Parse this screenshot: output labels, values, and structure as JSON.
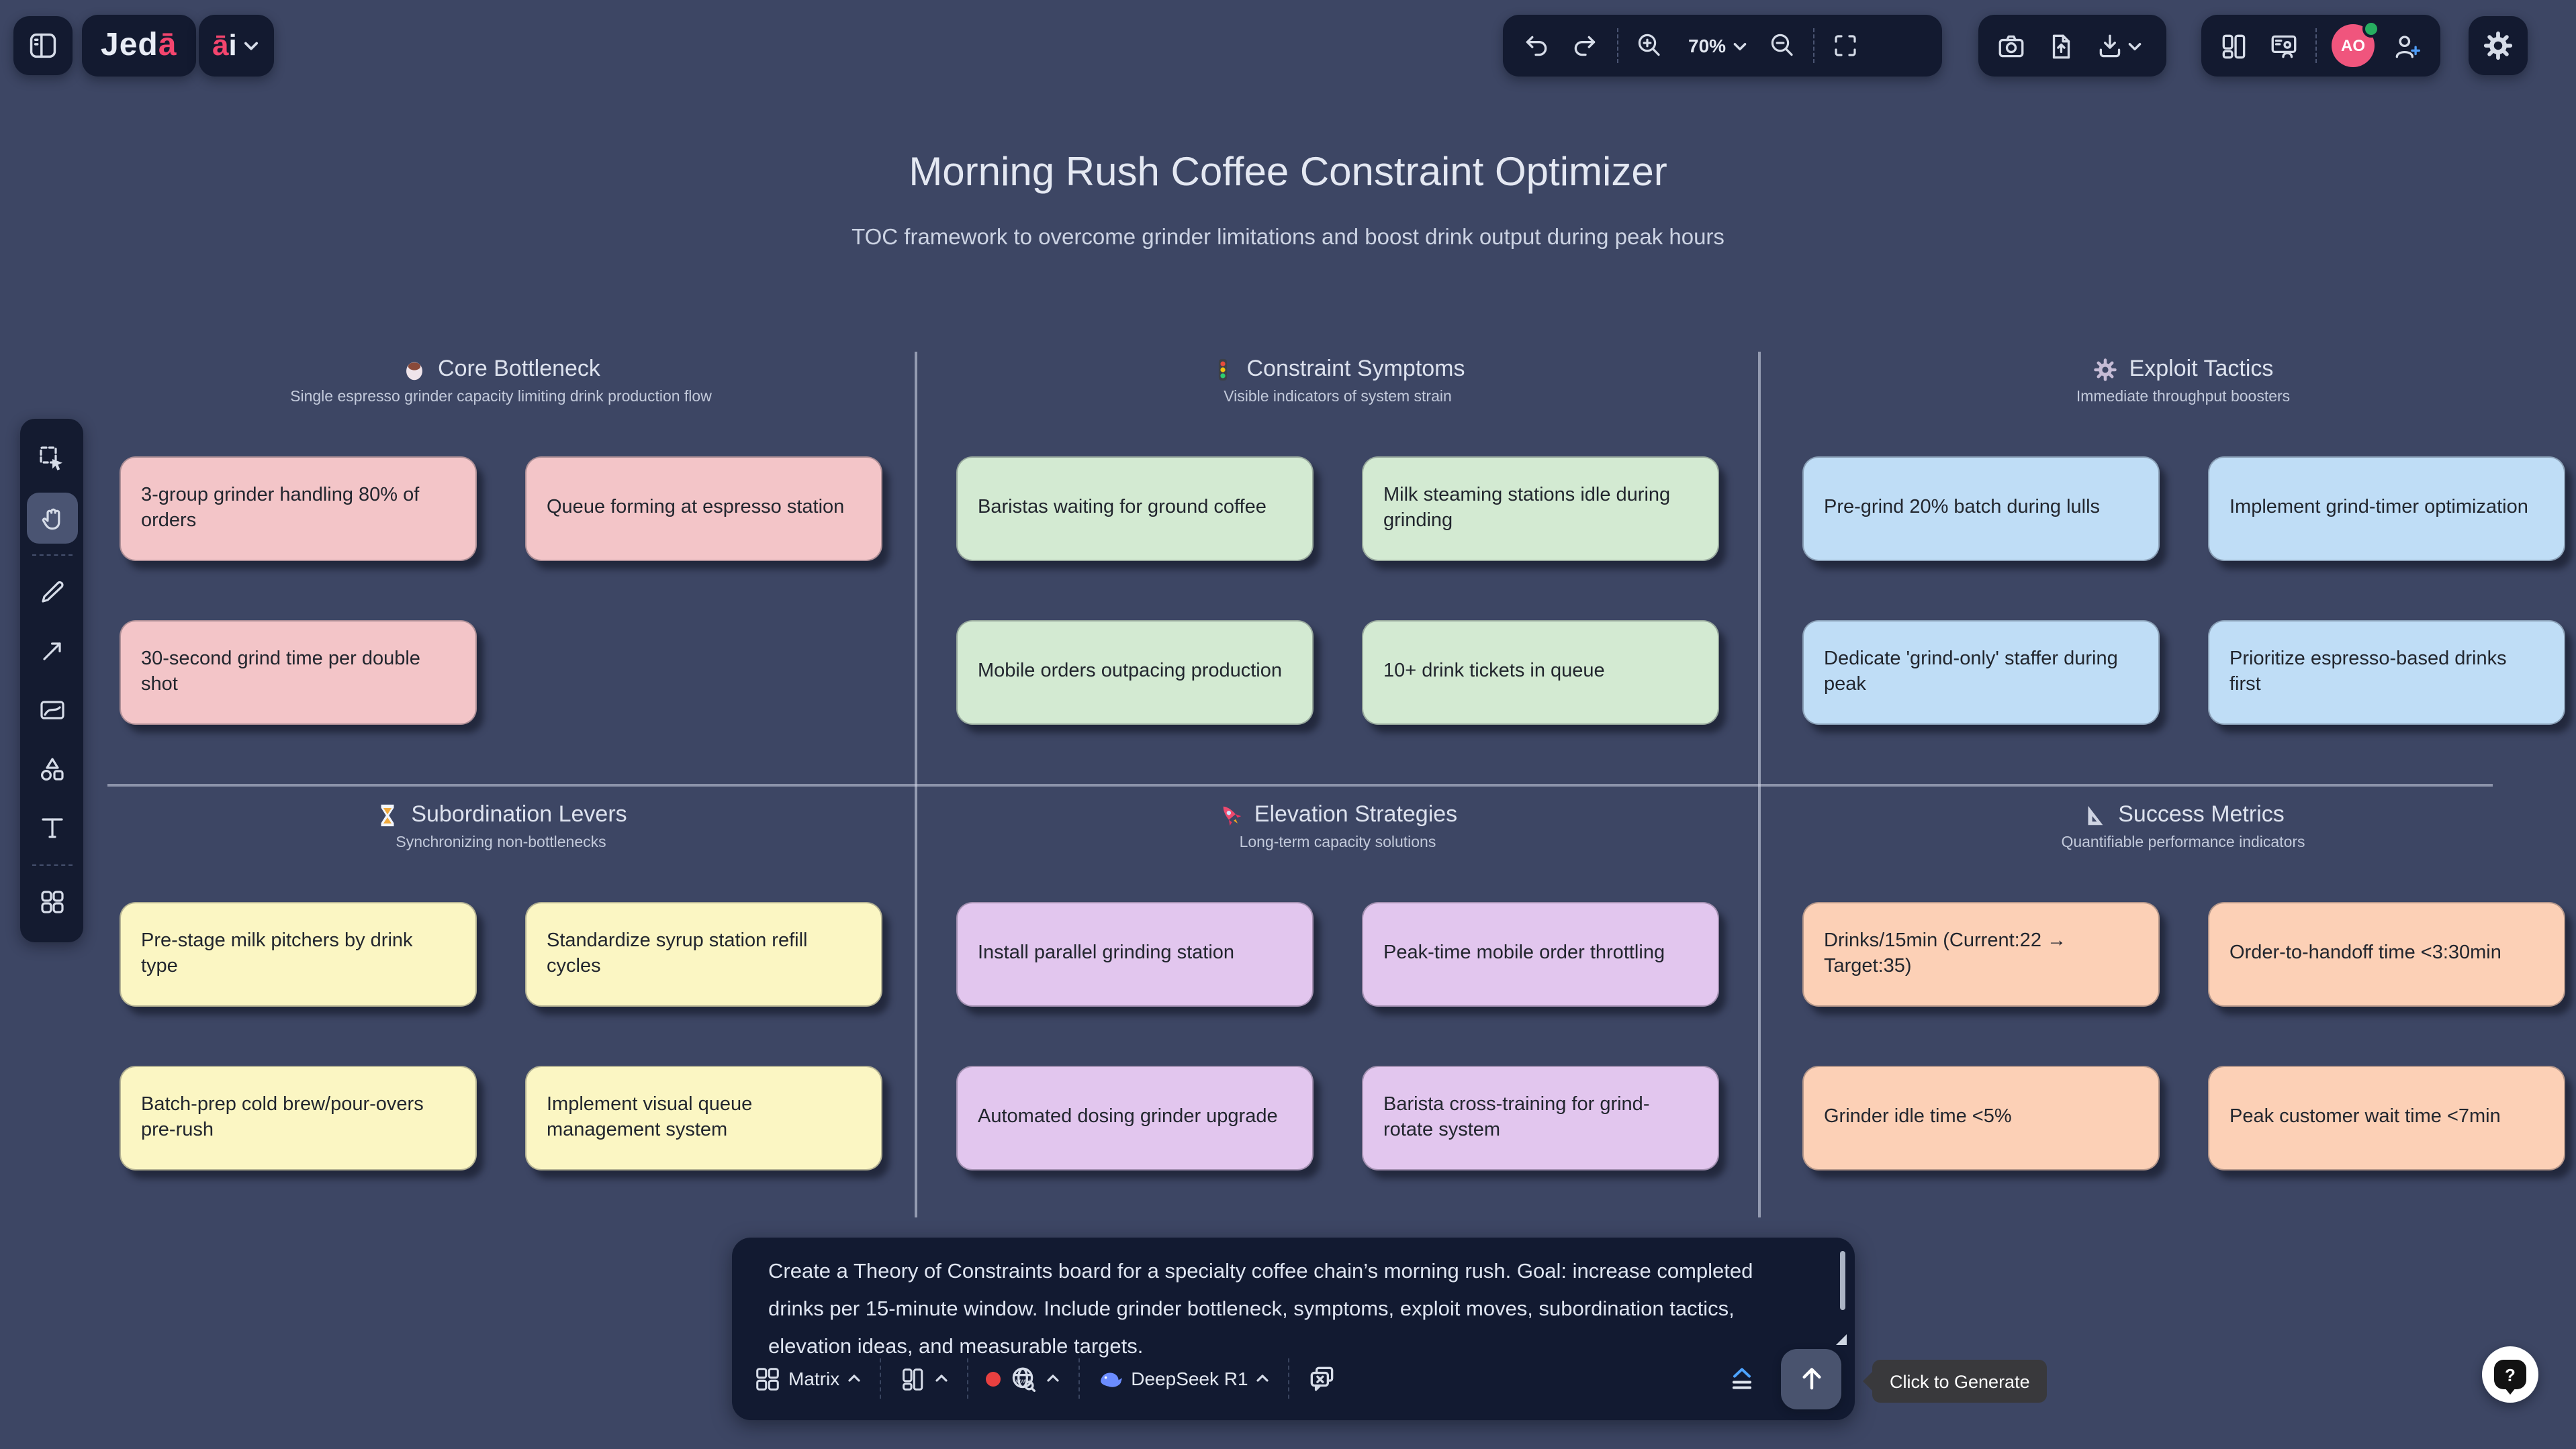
{
  "app": {
    "logo_main": "Jed",
    "logo_accent": "ā",
    "ai_accent": "ā",
    "ai_rest": "i",
    "accent_color": "#f4456e"
  },
  "toolbar": {
    "zoom_level": "70%",
    "avatar_initials": "AO",
    "icons_left": [
      "sidebar-toggle-icon",
      "logo",
      "ai-menu"
    ],
    "icons_right": [
      "undo-icon",
      "redo-icon",
      "zoom-in-icon",
      "zoom-out-icon",
      "fit-screen-icon",
      "screenshot-icon",
      "file-upload-icon",
      "download-icon",
      "layout-panels-icon",
      "presentation-icon",
      "avatar",
      "add-user-icon",
      "settings-gear-icon"
    ]
  },
  "sidebar": {
    "tools": [
      "select-tool",
      "hand-tool",
      "pen-tool",
      "arrow-tool",
      "frame-tool",
      "shapes-tool",
      "text-tool",
      "apps-tool"
    ],
    "active_tool": "hand-tool"
  },
  "board": {
    "title": "Morning Rush Coffee Constraint Optimizer",
    "subtitle": "TOC framework to overcome grinder limitations and boost drink output during peak hours",
    "sections": [
      {
        "icon": "coffee-cup-icon",
        "title": "Core Bottleneck",
        "subtitle": "Single espresso grinder capacity limiting drink production flow",
        "note_color": "#f3c5c8",
        "notes": [
          "3-group grinder handling 80% of orders",
          "Queue forming at espresso station",
          "30-second grind time per double shot"
        ]
      },
      {
        "icon": "traffic-light-icon",
        "title": "Constraint Symptoms",
        "subtitle": "Visible indicators of system strain",
        "note_color": "#d3ead2",
        "notes": [
          "Baristas waiting for ground coffee",
          "Milk steaming stations idle during grinding",
          "Mobile orders outpacing production",
          "10+ drink tickets in queue"
        ]
      },
      {
        "icon": "gear-icon",
        "title": "Exploit Tactics",
        "subtitle": "Immediate throughput boosters",
        "note_color": "#bfddf6",
        "notes": [
          "Pre-grind 20% batch during lulls",
          "Implement grind-timer optimization",
          "Dedicate 'grind-only' staffer during peak",
          "Prioritize espresso-based drinks first"
        ]
      },
      {
        "icon": "hourglass-icon",
        "title": "Subordination Levers",
        "subtitle": "Synchronizing non-bottlenecks",
        "note_color": "#fbf6c3",
        "notes": [
          "Pre-stage milk pitchers by drink type",
          "Standardize syrup station refill cycles",
          "Batch-prep cold brew/pour-overs pre-rush",
          "Implement visual queue management system"
        ]
      },
      {
        "icon": "rocket-icon",
        "title": "Elevation Strategies",
        "subtitle": "Long-term capacity solutions",
        "note_color": "#e2c6ee",
        "notes": [
          "Install parallel grinding station",
          "Peak-time mobile order throttling",
          "Automated dosing grinder upgrade",
          "Barista cross-training for grind-rotate system"
        ]
      },
      {
        "icon": "triangle-ruler-icon",
        "title": "Success Metrics",
        "subtitle": "Quantifiable performance indicators",
        "note_color": "#fcd0b6",
        "notes": [
          "Drinks/15min (Current:22 → Target:35)",
          "Order-to-handoff time <3:30min",
          "Grinder idle time <5%",
          "Peak customer wait time <7min"
        ]
      }
    ]
  },
  "prompt_bar": {
    "text": "Create a Theory of Constraints board for a specialty coffee chain’s morning rush. Goal: increase completed drinks per 15-minute window. Include grinder bottleneck, symptoms, exploit moves, subordination tactics, elevation ideas, and measurable targets.",
    "template_label": "Matrix",
    "model_label": "DeepSeek R1",
    "tooltip": "Click to Generate",
    "icons": [
      "matrix-template-icon",
      "layout-template-icon",
      "web-access-icon",
      "deepseek-model-icon",
      "clear-chat-icon",
      "expand-input-icon",
      "send-icon"
    ]
  }
}
